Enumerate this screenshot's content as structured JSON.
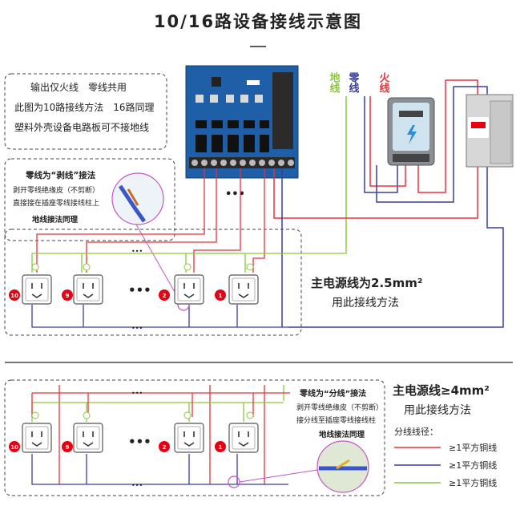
{
  "title": "10/16路设备接线示意图",
  "note_box": {
    "lines": [
      "输出仅火线　零线共用",
      "此图为10路接线方法　16路同理",
      "塑料外壳设备电路板可不接地线"
    ]
  },
  "strip_note": {
    "title": "零线为“剥线”接法",
    "lines": [
      "剥开零线绝缘皮（不剪断）",
      "直接接在插座零线接线柱上"
    ],
    "footer": "地线接法同理"
  },
  "split_note": {
    "title": "零线为“分线”接法",
    "lines": [
      "剥开零线绝缘皮（不剪断）",
      "接分线至插座零线接线柱"
    ],
    "footer": "地线接法同理"
  },
  "wire_labels": {
    "earth": "地线",
    "neutral": "零线",
    "live": "火线"
  },
  "ellipsis": "•••",
  "sockets": {
    "top": [
      "10",
      "9",
      "2",
      "1"
    ],
    "bottom": [
      "10",
      "9",
      "2",
      "1"
    ]
  },
  "method_a": {
    "title": "主电源线为2.5mm²",
    "subtitle": "用此接线方法"
  },
  "method_b": {
    "title": "主电源线≥4mm²",
    "subtitle": "用此接线方法"
  },
  "legend": {
    "title": "分线线径：",
    "items": [
      {
        "label": "≥1平方铜线",
        "color": "#e8333a"
      },
      {
        "label": "≥1平方铜线",
        "color": "#3a3f9a"
      },
      {
        "label": "≥1平方铜线",
        "color": "#8cc63f"
      }
    ]
  },
  "colors": {
    "live": "#e8333a",
    "neutral": "#3a3f9a",
    "earth": "#8cc63f",
    "board": "#1f5fa8",
    "socket_badge": "#e60012"
  }
}
